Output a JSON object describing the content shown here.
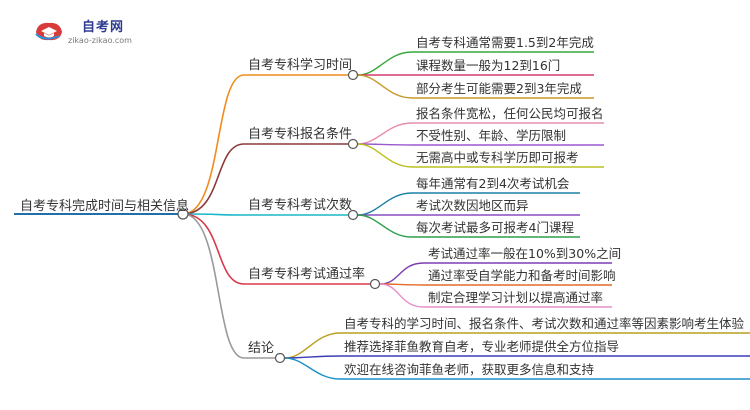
{
  "logo": {
    "title": "自考网",
    "url": "zikao-zikao.com"
  },
  "root": {
    "label": "自考专科完成时间与相关信息"
  },
  "branches": [
    {
      "label": "自考专科学习时间",
      "color": "#f08c1e",
      "leaves": [
        "自考专科通常需要1.5到2年完成",
        "课程数量一般为12到16门",
        "部分考生可能需要2到3年完成"
      ],
      "leaf_colors": [
        "#3aa83a",
        "#d23a6e",
        "#c79a2a"
      ]
    },
    {
      "label": "自考专科报名条件",
      "color": "#8b3a3a",
      "leaves": [
        "报名条件宽松，任何公民均可报名",
        "不受性别、年龄、学历限制",
        "无需高中或专科学历即可报考"
      ],
      "leaf_colors": [
        "#e58fb0",
        "#9b59d0",
        "#b8c020"
      ]
    },
    {
      "label": "自考专科考试次数",
      "color": "#18b7c7",
      "leaves": [
        "每年通常有2到4次考试机会",
        "考试次数因地区而异",
        "每次考试最多可报考4门课程"
      ],
      "leaf_colors": [
        "#1b7fa8",
        "#8a4fc2",
        "#2f9e4a"
      ]
    },
    {
      "label": "自考专科考试通过率",
      "color": "#d83a4a",
      "leaves": [
        "考试通过率一般在10%到30%之间",
        "通过率受自学能力和备考时间影响",
        "制定合理学习计划以提高通过率"
      ],
      "leaf_colors": [
        "#7a3fb5",
        "#e36c2a",
        "#e58fc8"
      ]
    },
    {
      "label": "结论",
      "color": "#9a9a9a",
      "leaves": [
        "自考专科的学习时间、报名条件、考试次数和通过率等因素影响考生体验",
        "推荐选择菲鱼教育自考，专业老师提供全方位指导",
        "欢迎在线咨询菲鱼老师，获取更多信息和支持"
      ],
      "leaf_colors": [
        "#b8a020",
        "#3a3fb5",
        "#1b8fc8"
      ]
    }
  ]
}
